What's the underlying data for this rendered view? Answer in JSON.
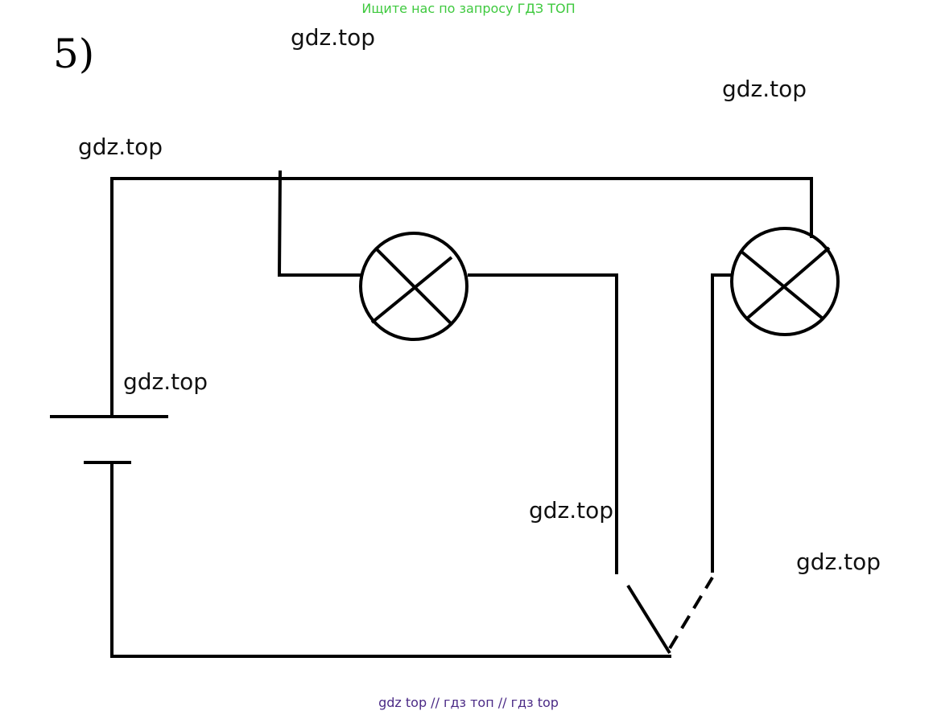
{
  "header": {
    "text": "Ищите нас по запросу ГДЗ ТОП",
    "color": "#3ec93e"
  },
  "footer": {
    "text": "gdz top  //  гдз топ  //  гдз top",
    "color": "#4b2a86"
  },
  "problem": {
    "number_label": "5)"
  },
  "watermarks": [
    "gdz.top",
    "gdz.top",
    "gdz.top",
    "gdz.top",
    "gdz.top",
    "gdz.top"
  ],
  "diagram": {
    "components": [
      "battery",
      "lamp",
      "lamp",
      "switch"
    ],
    "line_color": "#000000"
  }
}
